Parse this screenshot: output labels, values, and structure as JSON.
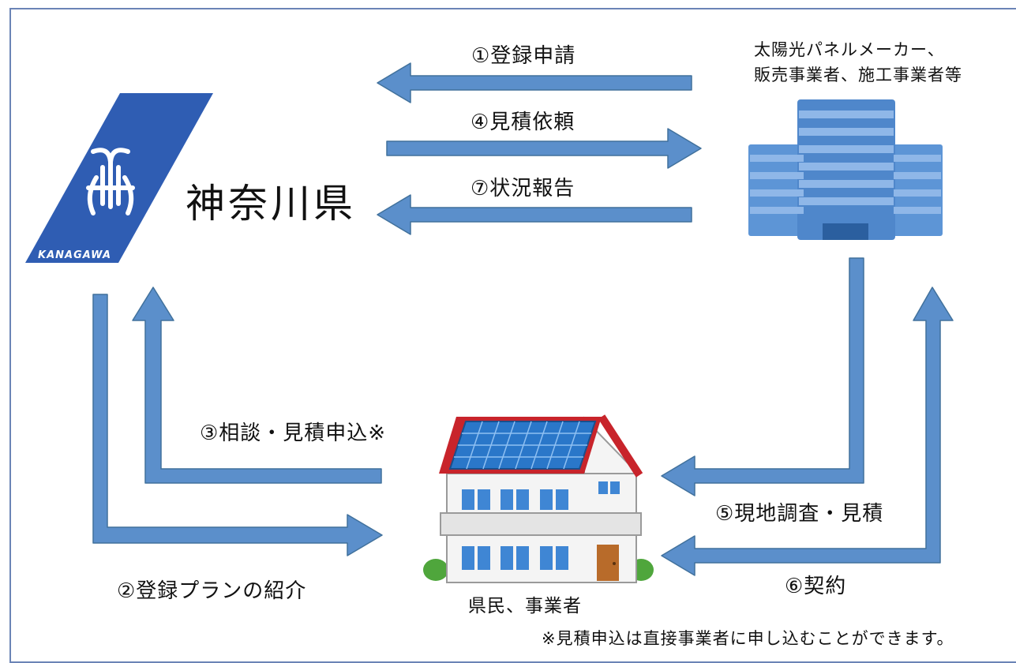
{
  "colors": {
    "arrow": "#5b8fcb",
    "arrow_stroke": "#41719c",
    "logo_blue": "#2f5db3",
    "building_blue": "#5d95d6",
    "roof_red": "#c8242b",
    "panel_blue": "#2a77c9",
    "frame": "#6b84b6"
  },
  "logo": {
    "caption": "KANAGAWA",
    "name": "神奈川県"
  },
  "company": {
    "line1": "太陽光パネルメーカー、",
    "line2": "販売事業者、施工事業者等"
  },
  "resident": {
    "label": "県民、事業者"
  },
  "steps": {
    "s1": "①登録申請",
    "s2": "②登録プランの紹介",
    "s3": "③相談・見積申込※",
    "s4": "④見積依頼",
    "s5": "⑤現地調査・見積",
    "s6": "⑥契約",
    "s7": "⑦状況報告"
  },
  "footnote": "※見積申込は直接事業者に申し込むことができます。",
  "icons": {
    "logo": "kanagawa-prefecture-logo-icon",
    "company": "office-building-icon",
    "resident": "house-with-solar-panels-icon"
  }
}
